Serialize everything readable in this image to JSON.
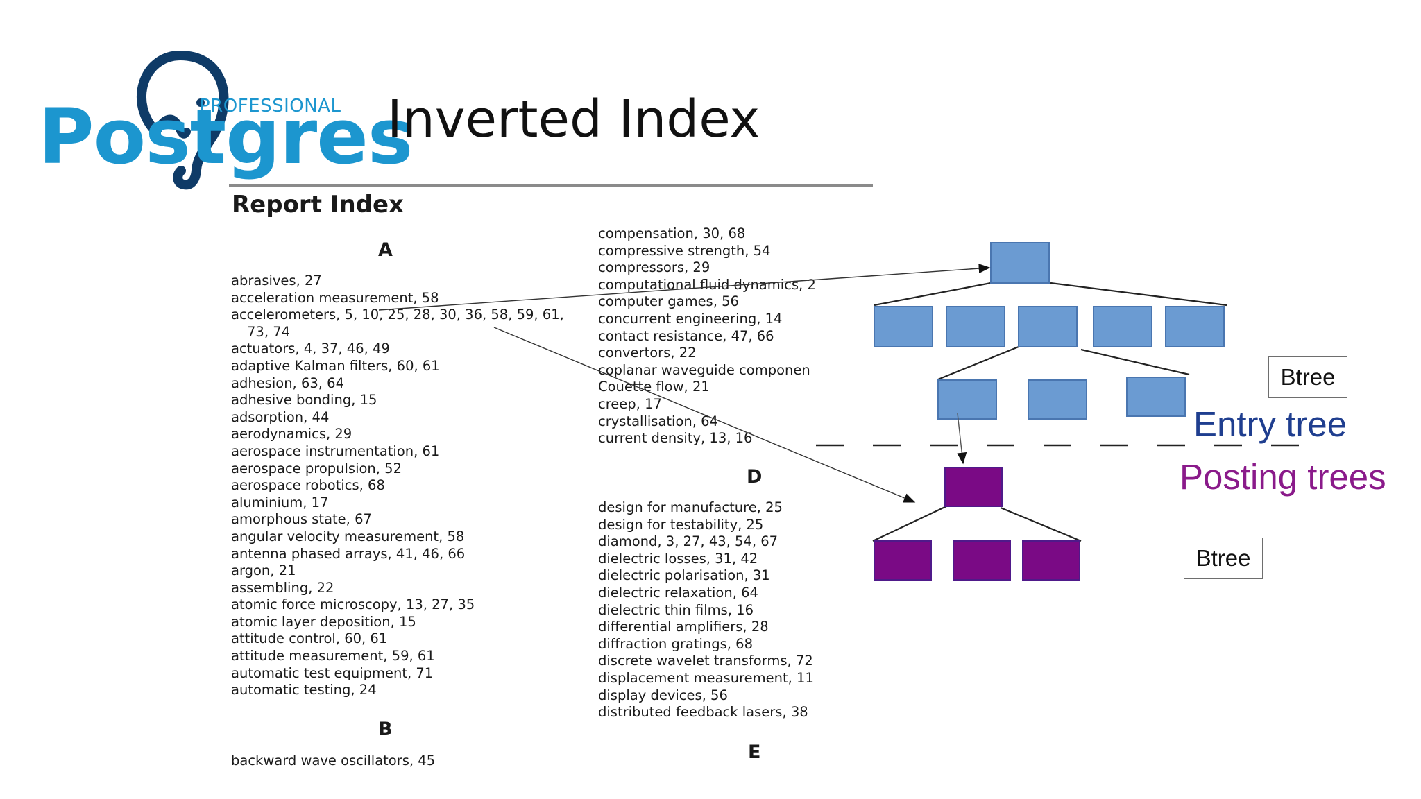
{
  "slide_title": "Inverted Index",
  "logo": {
    "wordmark": "Postgres",
    "tagline": "PROFESSIONAL"
  },
  "report": {
    "title": "Report Index",
    "section_a": {
      "letter": "A",
      "entries": [
        "abrasives, 27",
        "acceleration measurement, 58",
        "accelerometers, 5, 10, 25, 28, 30, 36, 58, 59, 61,",
        "73, 74",
        "actuators, 4, 37, 46, 49",
        "adaptive Kalman filters, 60, 61",
        "adhesion, 63, 64",
        "adhesive bonding, 15",
        "adsorption, 44",
        "aerodynamics, 29",
        "aerospace instrumentation, 61",
        "aerospace propulsion, 52",
        "aerospace robotics, 68",
        "aluminium, 17",
        "amorphous state, 67",
        "angular velocity measurement, 58",
        "antenna phased arrays, 41, 46, 66",
        "argon, 21",
        "assembling, 22",
        "atomic force microscopy, 13, 27, 35",
        "atomic layer deposition, 15",
        "attitude control, 60, 61",
        "attitude measurement, 59, 61",
        "automatic test equipment, 71",
        "automatic testing, 24"
      ]
    },
    "section_b": {
      "letter": "B",
      "entries": [
        "backward wave oscillators, 45"
      ]
    },
    "section_c": {
      "entries": [
        "compensation, 30, 68",
        "compressive strength, 54",
        "compressors, 29",
        "computational fluid dynamics, 2",
        "computer games, 56",
        "concurrent engineering, 14",
        "contact resistance, 47, 66",
        "convertors, 22",
        "coplanar waveguide componen",
        "Couette flow, 21",
        "creep, 17",
        "crystallisation, 64",
        "current density, 13, 16"
      ]
    },
    "section_d": {
      "letter": "D",
      "entries": [
        "design for manufacture, 25",
        "design for testability, 25",
        "diamond, 3, 27, 43, 54, 67",
        "dielectric losses, 31, 42",
        "dielectric polarisation, 31",
        "dielectric relaxation, 64",
        "dielectric thin films, 16",
        "differential amplifiers, 28",
        "diffraction gratings, 68",
        "discrete wavelet transforms, 72",
        "displacement measurement, 11",
        "display devices, 56",
        "distributed feedback lasers, 38"
      ]
    },
    "section_e": {
      "letter": "E"
    }
  },
  "diagram": {
    "entry_tree_label": "Entry tree",
    "posting_trees_label": "Posting trees",
    "callout_top": "Btree",
    "callout_bottom": "Btree",
    "colors": {
      "entry_node_fill": "#6b9bd2",
      "entry_node_stroke": "#4a76b0",
      "posting_node_fill": "#7a0a85",
      "posting_node_stroke": "#4f1a8a",
      "entry_label": "#1f3e8f",
      "posting_label": "#8a1a8a"
    }
  }
}
